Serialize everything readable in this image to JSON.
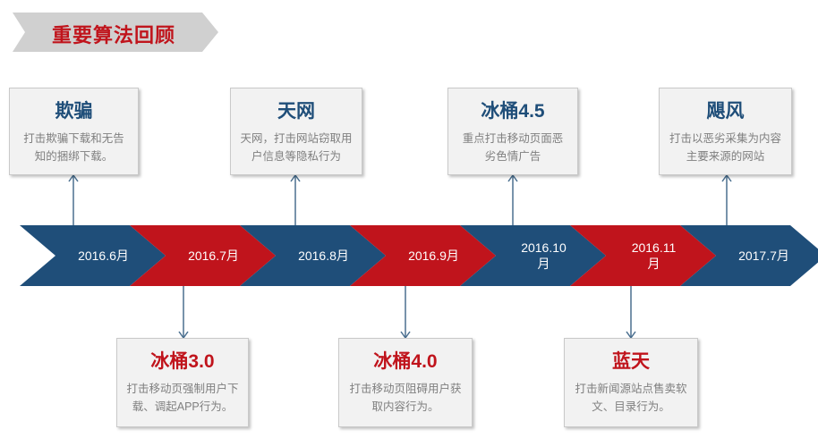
{
  "title": "重要算法回顾",
  "colors": {
    "blue": "#1f4e79",
    "red": "#c0141c",
    "grey": "#d0d0d0",
    "connector": "#4a6f8f"
  },
  "timeline": [
    {
      "date": "2016.6月",
      "color": "blue"
    },
    {
      "date": "2016.7月",
      "color": "red"
    },
    {
      "date": "2016.8月",
      "color": "blue"
    },
    {
      "date": "2016.9月",
      "color": "red"
    },
    {
      "date": "2016.10\n月",
      "color": "blue"
    },
    {
      "date": "2016.11\n月",
      "color": "red"
    },
    {
      "date": "2017.7月",
      "color": "blue"
    }
  ],
  "top_boxes": [
    {
      "name": "欺骗",
      "desc": "打击欺骗下载和无告知的捆绑下载。"
    },
    {
      "name": "天网",
      "desc": "天网，打击网站窃取用户信息等隐私行为"
    },
    {
      "name": "冰桶4.5",
      "desc": "重点打击移动页面恶劣色情广告"
    },
    {
      "name": "飓风",
      "desc": "打击以恶劣采集为内容主要来源的网站"
    }
  ],
  "bottom_boxes": [
    {
      "name": "冰桶3.0",
      "desc": "打击移动页强制用户下载、调起APP行为。"
    },
    {
      "name": "冰桶4.0",
      "desc": "打击移动页阻碍用户获取内容行为。"
    },
    {
      "name": "蓝天",
      "desc": "打击新闻源站点售卖软文、目录行为。"
    }
  ]
}
